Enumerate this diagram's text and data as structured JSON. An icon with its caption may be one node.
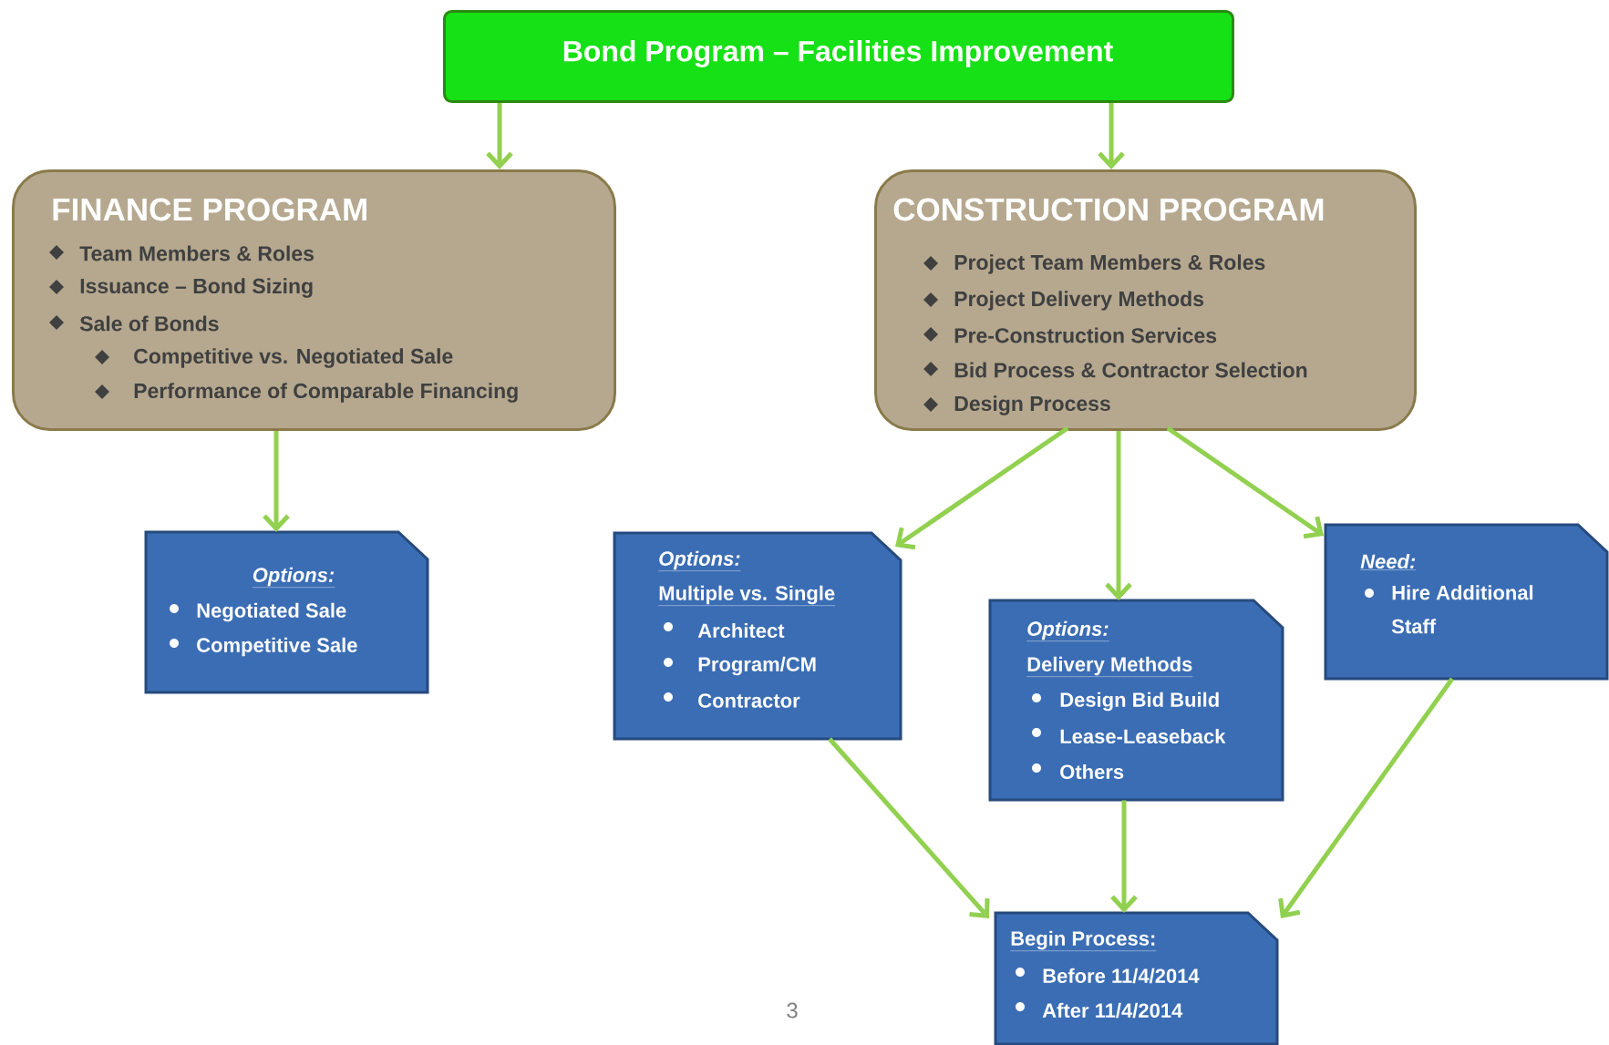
{
  "diagram": {
    "nodes": [
      {
        "text": [
          "Bond Program – Facilities Improvement"
        ]
      },
      {
        "text": [
          "FINANCE PROGRAM",
          "Team Members & Roles",
          "Issuance – Bond Sizing",
          "Sale of Bonds",
          "Competitive vs. Negotiated Sale",
          "Performance of Comparable Financing"
        ]
      },
      {
        "text": [
          "CONSTRUCTION PROGRAM",
          "Project Team Members & Roles",
          "Project Delivery Methods",
          "Pre-Construction Services",
          "Bid Process & Contractor Selection",
          "Design Process"
        ]
      },
      {
        "text": [
          "Options:",
          "Negotiated Sale",
          "Competitive Sale"
        ]
      },
      {
        "text": [
          "Options:",
          "Multiple vs. Single",
          "Architect",
          "Program/CM",
          "Contractor"
        ]
      },
      {
        "text": [
          "Options:",
          "Delivery Methods",
          "Design Bid Build",
          "Lease-Leaseback",
          "Others"
        ]
      },
      {
        "text": [
          "Need:",
          "Hire Additional Staff"
        ]
      },
      {
        "text": [
          "Begin Process:",
          "Before 11/4/2014",
          "After 11/4/2014"
        ]
      }
    ],
    "edges": [
      {
        "from": 0,
        "to": 1,
        "arrow": "to"
      },
      {
        "from": 0,
        "to": 2,
        "arrow": "to"
      },
      {
        "from": 1,
        "to": 3,
        "arrow": "to"
      },
      {
        "from": 2,
        "to": 4,
        "arrow": "to"
      },
      {
        "from": 2,
        "to": 5,
        "arrow": "to"
      },
      {
        "from": 2,
        "to": 6,
        "arrow": "to"
      },
      {
        "from": 4,
        "to": 7,
        "arrow": "to"
      },
      {
        "from": 5,
        "to": 7,
        "arrow": "to"
      },
      {
        "from": 6,
        "to": 7,
        "arrow": "to"
      }
    ],
    "labels": [
      "3"
    ]
  }
}
